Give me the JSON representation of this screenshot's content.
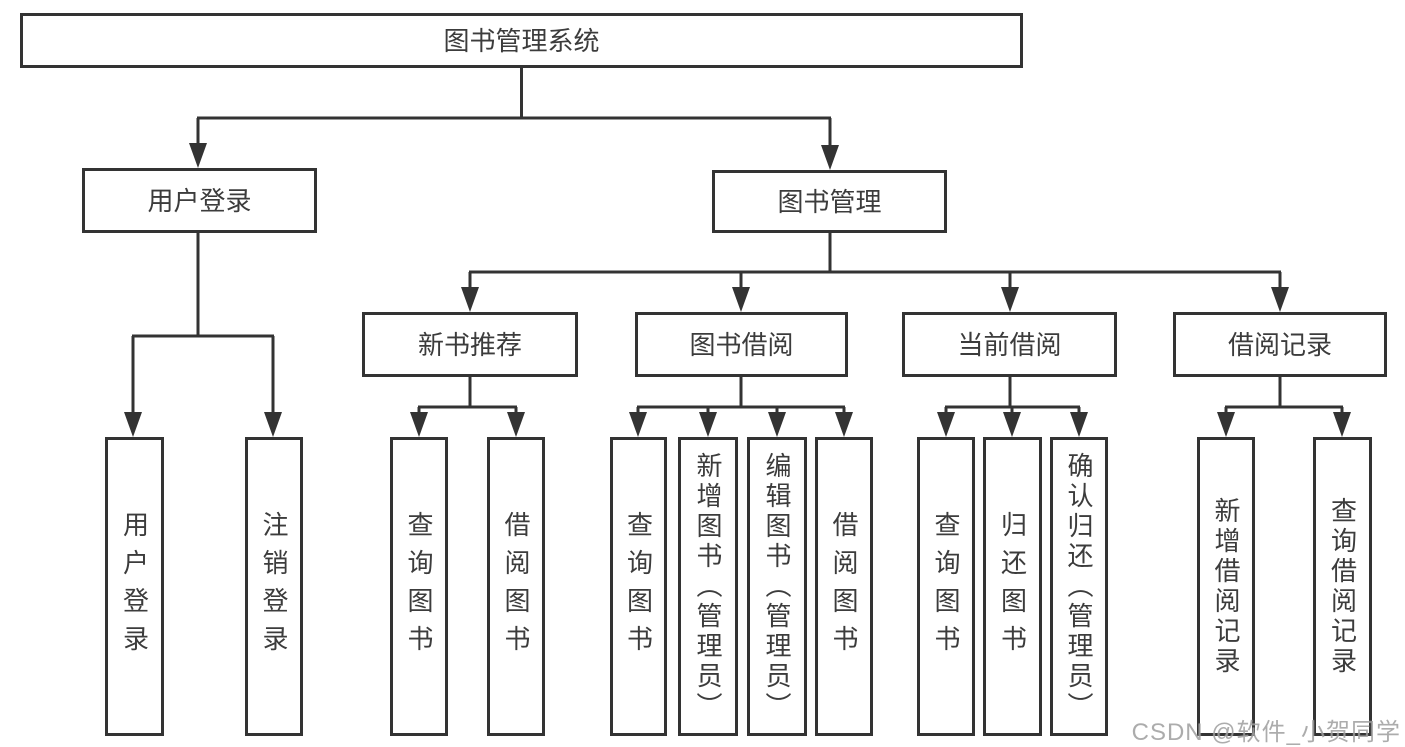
{
  "diagram_title": "图书管理系统",
  "nodes": {
    "root": "图书管理系统",
    "user_login": "用户登录",
    "book_mgmt": "图书管理",
    "new_book_rec": "新书推荐",
    "book_borrow": "图书借阅",
    "current_borrow": "当前借阅",
    "borrow_records": "借阅记录",
    "leaf_user_login": "用户登录",
    "leaf_logout": "注销登录",
    "leaf_query_book_1": "查询图书",
    "leaf_borrow_book_1": "借阅图书",
    "leaf_query_book_2": "查询图书",
    "leaf_add_book": "新增图书（管理员）",
    "leaf_edit_book": "编辑图书（管理员）",
    "leaf_borrow_book_2": "借阅图书",
    "leaf_query_book_3": "查询图书",
    "leaf_return_book": "归还图书",
    "leaf_confirm_return": "确认归还（管理员）",
    "leaf_add_record": "新增借阅记录",
    "leaf_query_record": "查询借阅记录"
  },
  "hierarchy": {
    "图书管理系统": {
      "用户登录": [
        "用户登录",
        "注销登录"
      ],
      "图书管理": {
        "新书推荐": [
          "查询图书",
          "借阅图书"
        ],
        "图书借阅": [
          "查询图书",
          "新增图书（管理员）",
          "编辑图书（管理员）",
          "借阅图书"
        ],
        "当前借阅": [
          "查询图书",
          "归还图书",
          "确认归还（管理员）"
        ],
        "借阅记录": [
          "新增借阅记录",
          "查询借阅记录"
        ]
      }
    }
  },
  "watermark": "CSDN @软件_小贺同学",
  "colors": {
    "line": "#333333",
    "text": "#3c3c3c",
    "background": "#ffffff",
    "watermark": "#8c8c8c"
  }
}
